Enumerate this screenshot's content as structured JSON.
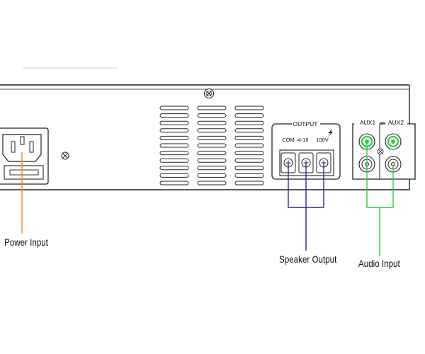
{
  "panel": {
    "output_label": "OUTPUT",
    "com_label": "COM",
    "impedance_label": "4-16",
    "voltage_label": "100V",
    "aux1_label": "AUX1",
    "aux2_label": "AUX2"
  },
  "callouts": {
    "power_input": "Power Input",
    "speaker_output": "Speaker Output",
    "audio_input": "Audio Input"
  },
  "colors": {
    "power_line": "#f08a28",
    "speaker_line": "#2a2a9a",
    "audio_line": "#2ecc40",
    "outline": "#222222"
  }
}
